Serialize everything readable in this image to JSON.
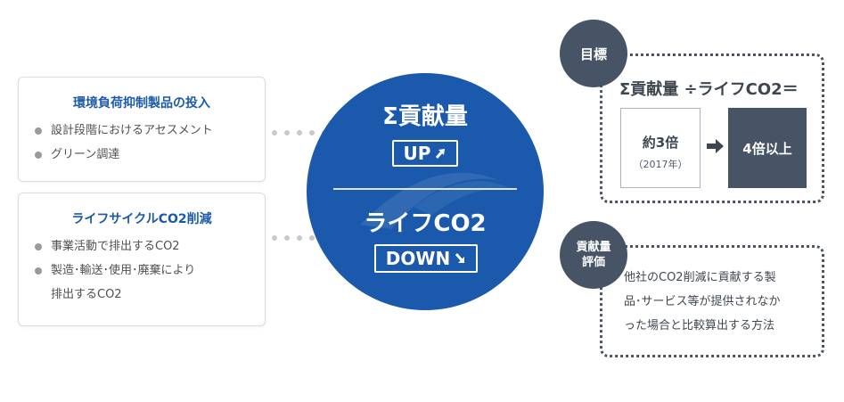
{
  "left_cards": [
    {
      "title": "環境負荷抑制製品の投入",
      "items": [
        "設計段階におけるアセスメント",
        "グリーン調達"
      ]
    },
    {
      "title": "ライフサイクルCO2削減",
      "items": [
        "事業活動で排出するCO2",
        "製造･輸送･使用･廃棄により",
        "排出するCO2"
      ]
    }
  ],
  "circle": {
    "top_title": "Σ貢献量",
    "top_label": "UP",
    "bottom_title": "ライフCO2",
    "bottom_label": "DOWN"
  },
  "goal": {
    "badge": "目標",
    "formula": "Σ貢献量 ÷ライフCO2＝",
    "current_value": "約3倍",
    "current_year": "（2017年）",
    "target_value": "4倍以上"
  },
  "evaluation": {
    "badge_line1": "貢献量",
    "badge_line2": "評価",
    "description_lines": [
      "他社のCO2削減に貢献する製",
      "品･サービス等が提供されなか",
      "った場合と比較算出する方法"
    ]
  },
  "colors": {
    "accent_blue": "#1a59ab",
    "dark_slate": "#465466",
    "title_blue": "#1a5aa8"
  }
}
